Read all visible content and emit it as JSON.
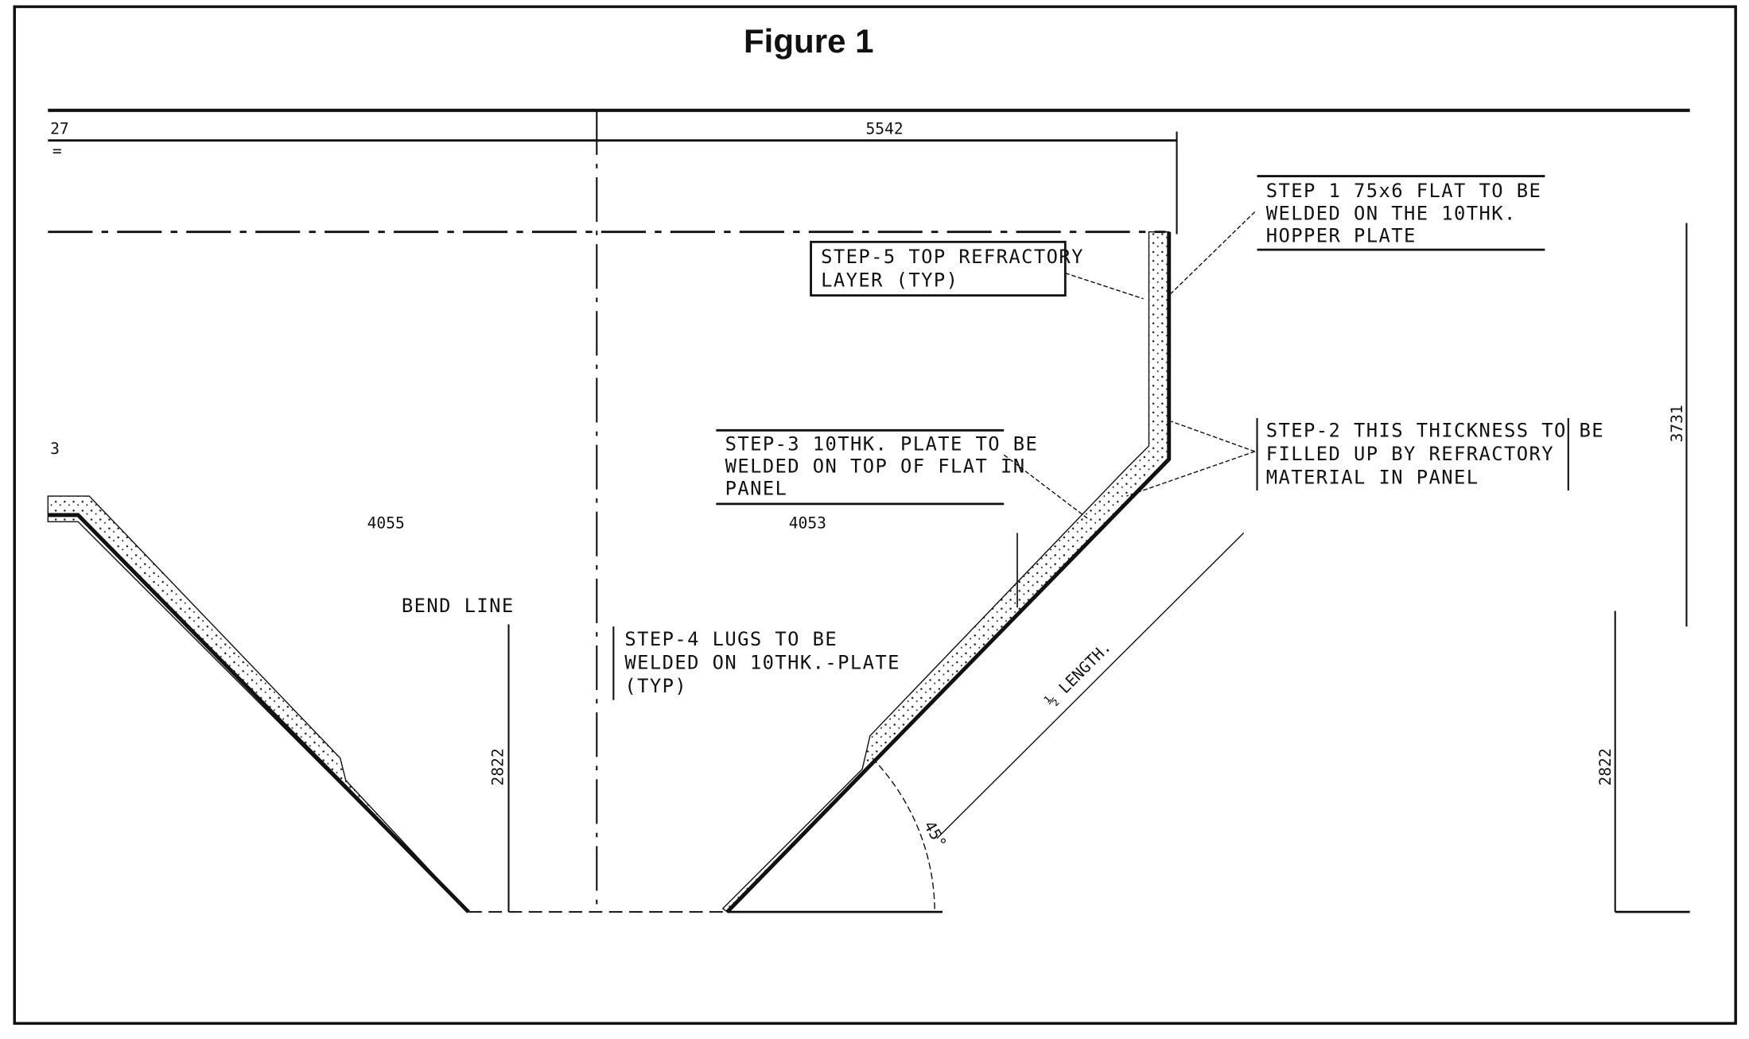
{
  "title": "Figure 1",
  "dimensions": {
    "d27": "27",
    "eq": "=",
    "d5542": "5542",
    "d3731": "3731",
    "d2822_left": "2822",
    "d2822_right": "2822",
    "d4055_left": "4055",
    "d4053": "4053",
    "d3": "3",
    "length": "½ LENGTH.",
    "angle": "45°"
  },
  "labels": {
    "bend_line": "BEND LINE",
    "step1": [
      "STEP 1 75x6 FLAT TO BE",
      "WELDED ON THE 10THK.",
      "HOPPER PLATE"
    ],
    "step2": [
      "STEP-2 THIS THICKNESS TO BE",
      "FILLED UP BY REFRACTORY",
      "MATERIAL IN PANEL"
    ],
    "step3": [
      "STEP-3 10THK. PLATE TO BE",
      "WELDED ON TOP OF FLAT IN",
      "PANEL"
    ],
    "step4": [
      "STEP-4 LUGS TO BE",
      "WELDED ON 10THK.-PLATE",
      "(TYP)"
    ],
    "step5": [
      "STEP-5 TOP REFRACTORY",
      "LAYER (TYP)"
    ]
  }
}
